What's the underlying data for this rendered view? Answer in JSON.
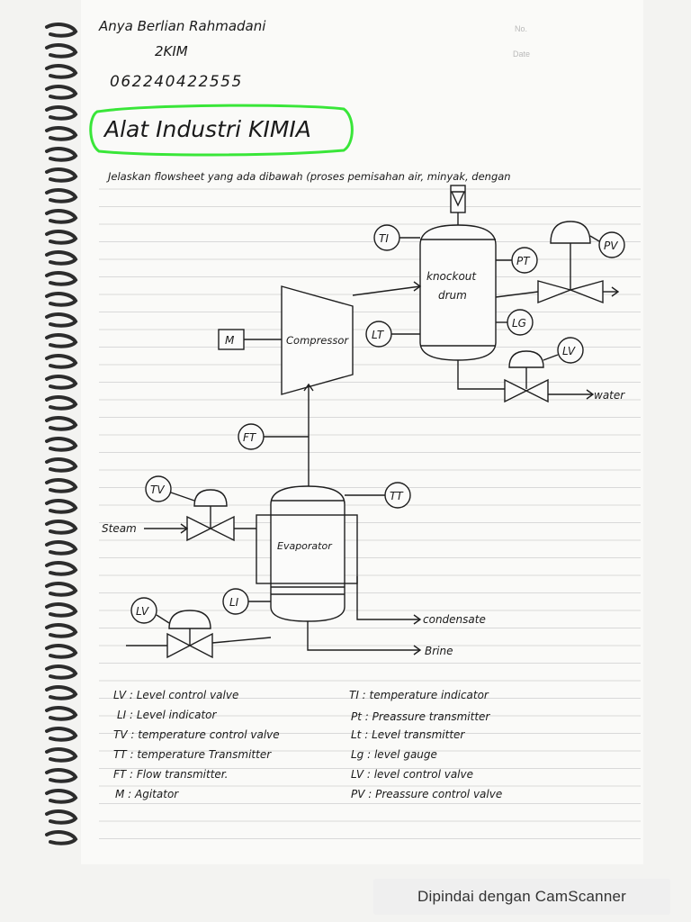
{
  "header": {
    "name": "Anya Berlian Rahmadani",
    "class": "2KIM",
    "student_id": "062240422555",
    "no_label": "No.",
    "date_label": "Date",
    "title": "Alat Industri KIMIA",
    "question": "Jelaskan flowsheet yang ada dibawah (proses pemisahan air, minyak, dengan"
  },
  "equipment": {
    "knockout_drum": [
      "knockout",
      "drum"
    ],
    "compressor": "Compressor",
    "evaporator": "Evaporator",
    "motor": "M"
  },
  "instruments": {
    "ti": "TI",
    "pt": "PT",
    "pv": "PV",
    "lt": "LT",
    "lg": "LG",
    "lv_top": "LV",
    "ft": "FT",
    "tv": "TV",
    "tt": "TT",
    "li": "LI",
    "lv_bottom": "LV"
  },
  "streams": {
    "water": "water",
    "steam": "Steam",
    "condensate": "condensate",
    "brine": "Brine"
  },
  "legend": {
    "left": [
      "LV : Level control valve",
      "LI : Level indicator",
      "TV : temperature control valve",
      "TT : temperature Transmitter",
      "FT : Flow transmitter.",
      "M : Agitator"
    ],
    "right": [
      "TI : temperature indicator",
      "Pt : Preassure transmitter",
      "Lt : Level transmitter",
      "Lg : level gauge",
      "LV : level control valve",
      "PV : Preassure control valve"
    ]
  },
  "footer": {
    "scanner_text": "Dipindai dengan CamScanner"
  },
  "colors": {
    "highlight": "#39e639",
    "ink": "#1e1e1e"
  }
}
